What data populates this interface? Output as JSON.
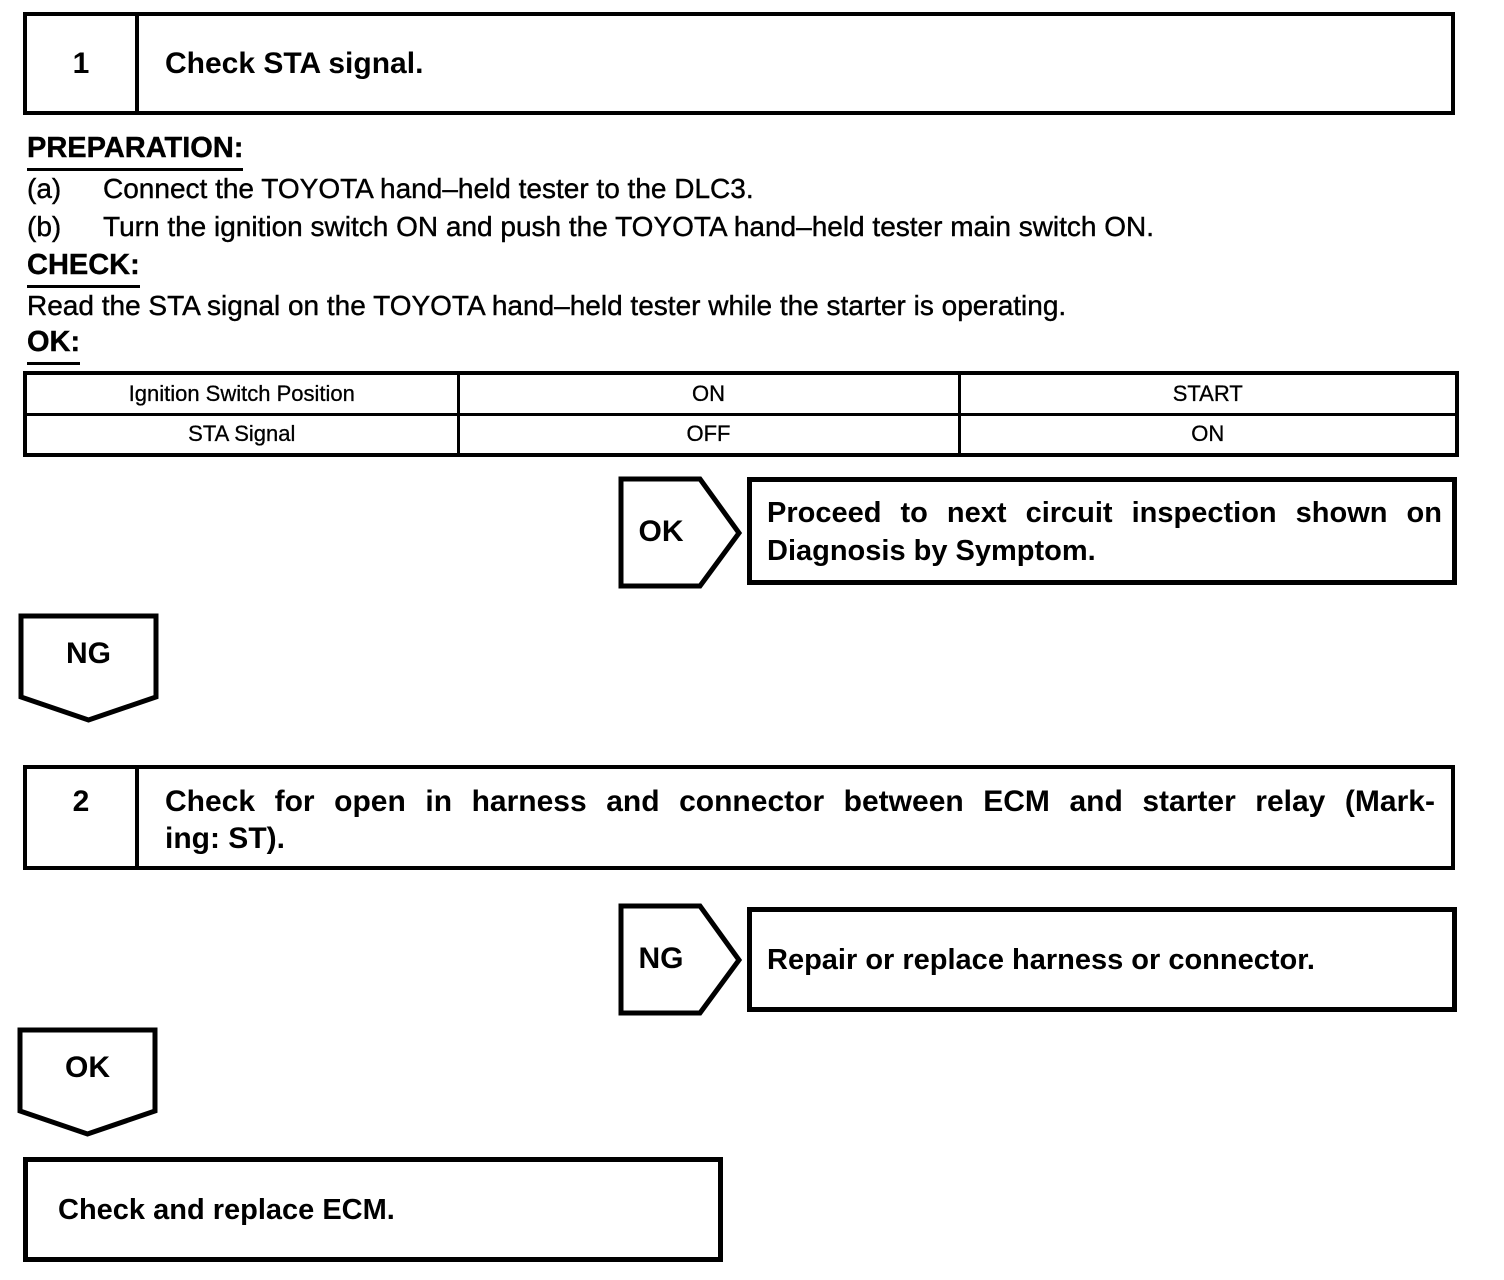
{
  "document": {
    "step1": {
      "number": "1",
      "title": "Check STA signal."
    },
    "preparation": {
      "heading": "PREPARATION:",
      "items": [
        {
          "label": "(a)",
          "text": "Connect the TOYOTA hand–held tester to the DLC3."
        },
        {
          "label": "(b)",
          "text": "Turn the ignition switch ON and push the TOYOTA hand–held tester main switch ON."
        }
      ]
    },
    "check": {
      "heading": "CHECK:",
      "text": "Read the STA signal on the TOYOTA hand–held tester while the starter is operating."
    },
    "ok": {
      "heading": "OK:"
    },
    "result_table": {
      "rows": [
        [
          "Ignition Switch Position",
          "ON",
          "START"
        ],
        [
          "STA Signal",
          "OFF",
          "ON"
        ]
      ]
    },
    "flow": {
      "ok_branch": {
        "label": "OK",
        "line1": "Proceed to next circuit inspection shown on",
        "line2": "Diagnosis by Symptom."
      },
      "ng_down": {
        "label": "NG"
      },
      "step2": {
        "number": "2",
        "title_line1": "Check for open in harness and connector between ECM and starter relay (Mark-",
        "title_line2": "ing: ST)."
      },
      "ng_branch": {
        "label": "NG",
        "text": "Repair or replace harness or connector."
      },
      "ok_down": {
        "label": "OK"
      },
      "final_action": {
        "text": "Check and replace ECM."
      }
    },
    "colors": {
      "ink": "#000000",
      "paper": "#ffffff"
    }
  }
}
